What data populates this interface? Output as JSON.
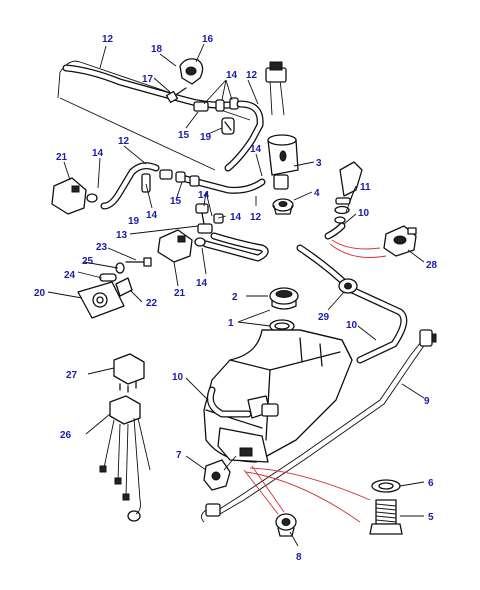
{
  "callouts": {
    "c1": "1",
    "c2": "2",
    "c3": "3",
    "c4": "4",
    "c5": "5",
    "c6": "6",
    "c7": "7",
    "c8": "8",
    "c9": "9",
    "c10": "10",
    "c11": "11",
    "c12": "12",
    "c13": "13",
    "c14": "14",
    "c15": "15",
    "c16": "16",
    "c17": "17",
    "c18": "18",
    "c19": "19",
    "c20": "20",
    "c21": "21",
    "c22": "22",
    "c23": "23",
    "c24": "24",
    "c25": "25",
    "c26": "26",
    "c27": "27",
    "c28": "28",
    "c29": "29"
  },
  "colors": {
    "callout_text": "#1a1ab0",
    "line_art": "#111111",
    "wire_leader": "#d23030",
    "background": "#ffffff"
  }
}
